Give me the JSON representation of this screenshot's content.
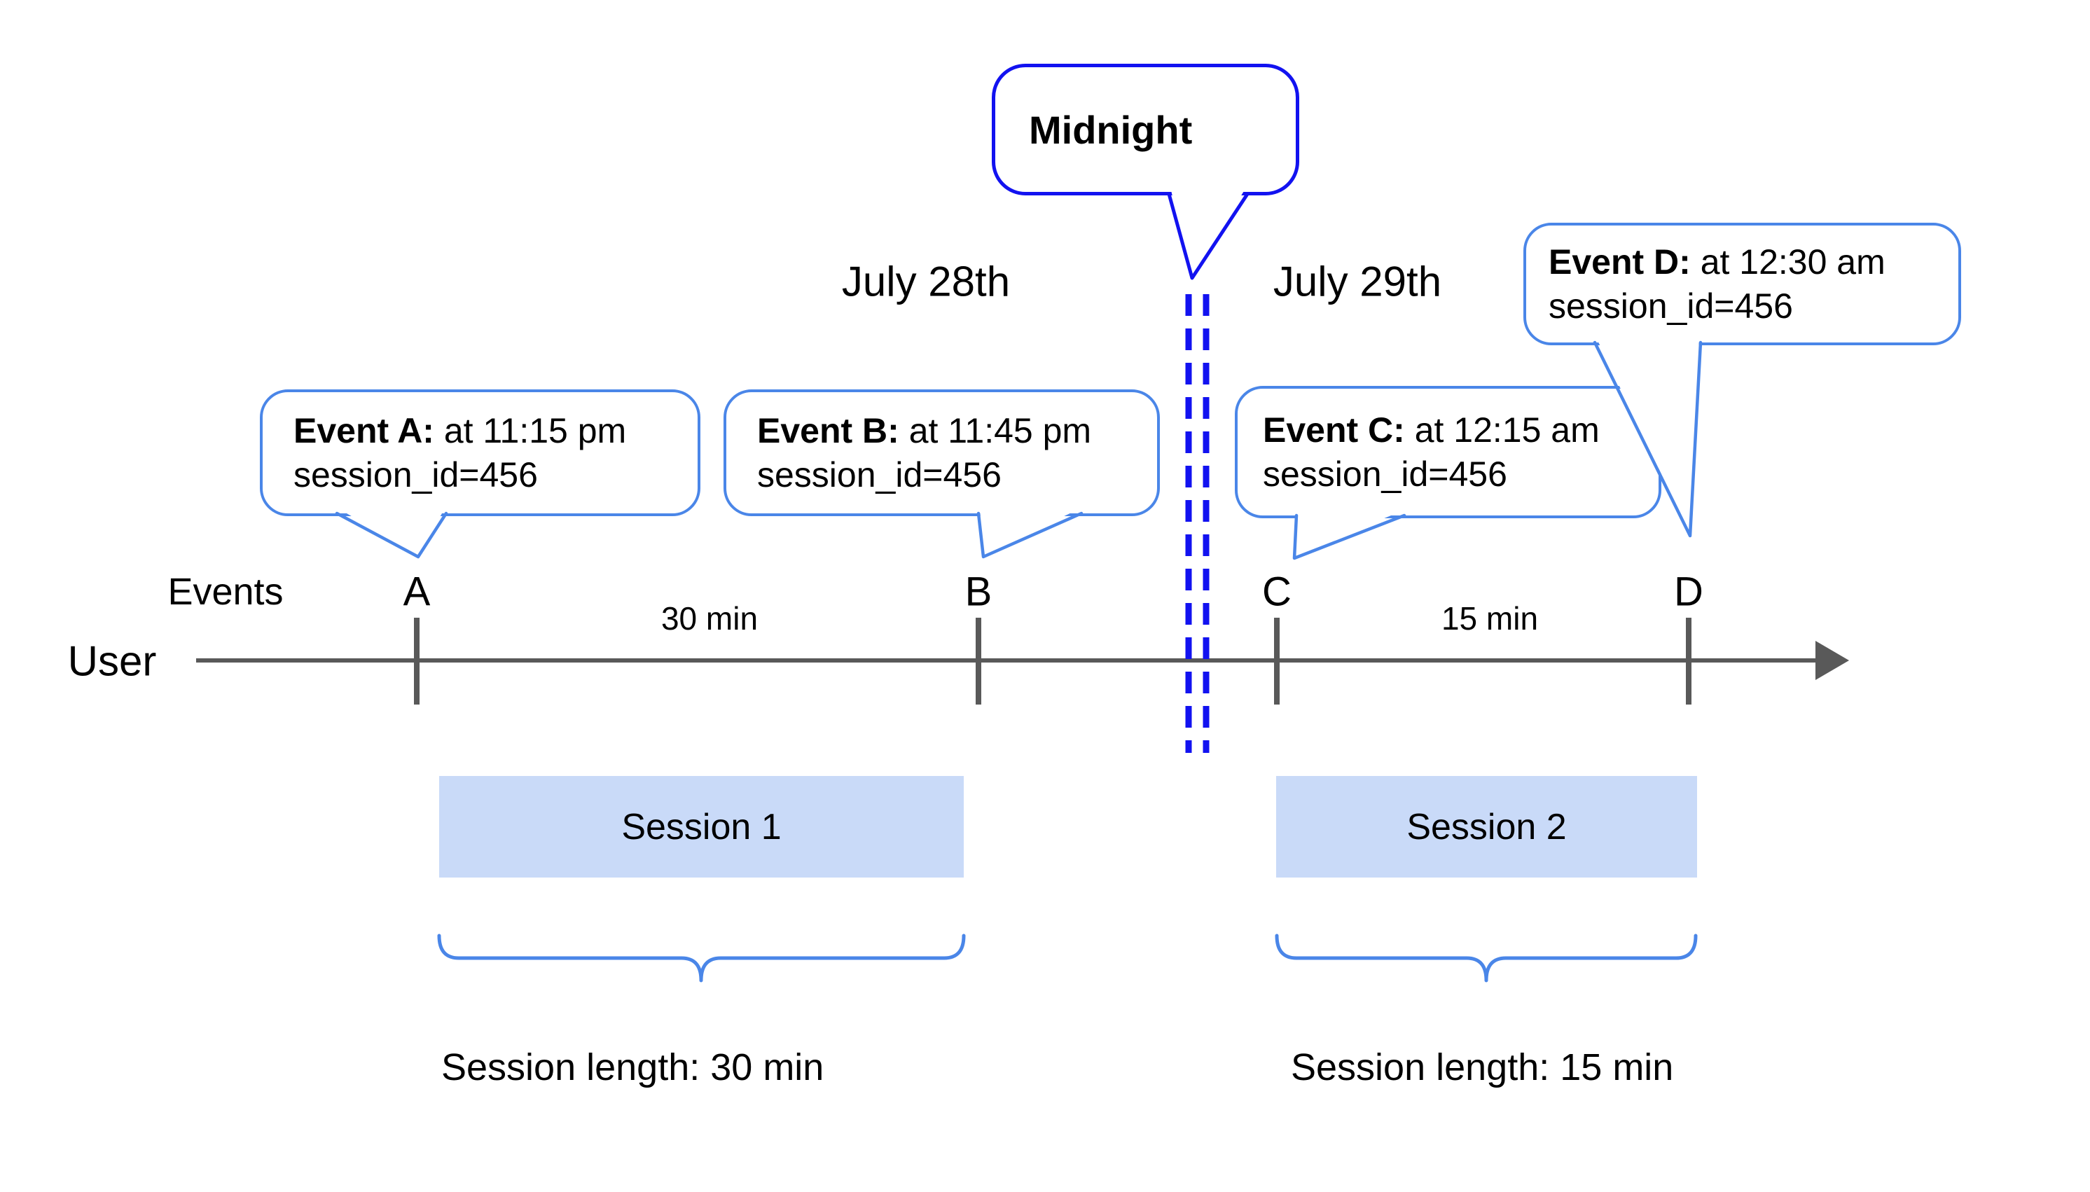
{
  "dates": {
    "left": "July 28th",
    "right": "July 29th"
  },
  "midnight": {
    "label": "Midnight"
  },
  "axis": {
    "events_label": "Events",
    "user_label": "User",
    "tick_letters": [
      "A",
      "B",
      "C",
      "D"
    ]
  },
  "callouts": [
    {
      "title": "Event A:",
      "time": " at 11:15 pm",
      "session": "session_id=456"
    },
    {
      "title": "Event B:",
      "time": " at 11:45 pm",
      "session": "session_id=456"
    },
    {
      "title": "Event C:",
      "time": " at 12:15 am",
      "session": "session_id=456"
    },
    {
      "title": "Event D:",
      "time": " at 12:30 am",
      "session": "session_id=456"
    }
  ],
  "intervals": [
    "30 min",
    "15 min"
  ],
  "sessions": [
    {
      "name": "Session 1",
      "length": "Session length: 30 min"
    },
    {
      "name": "Session 2",
      "length": "Session length: 15 min"
    }
  ],
  "colors": {
    "timeline_gray": "#595959",
    "callout_blue": "#4a86e8",
    "midnight_blue": "#1212f0",
    "session_fill": "#c9daf8",
    "text": "#000000"
  }
}
